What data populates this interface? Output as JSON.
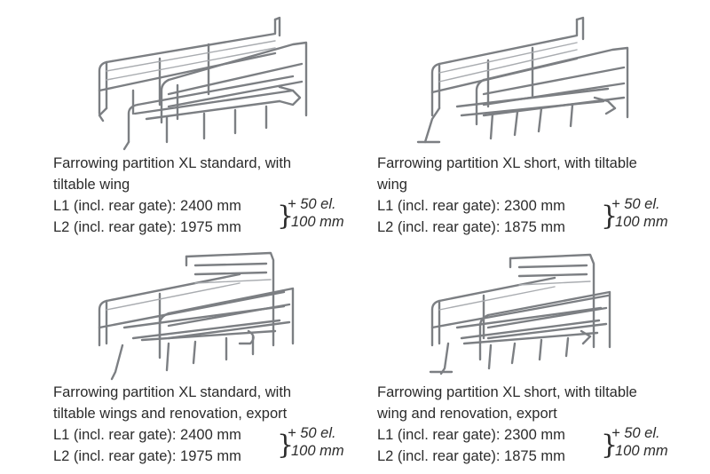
{
  "items": [
    {
      "title_line1": "Farrowing partition XL standard, with",
      "title_line2": "tiltable wing",
      "l1": "L1 (incl. rear gate): 2400 mm",
      "l2": "L2 (incl. rear gate): 1975 mm",
      "extra1": "+ 50 el.",
      "extra2": "100 mm",
      "image_icon": "farrowing-partition-standard-icon"
    },
    {
      "title_line1": "Farrowing partition XL short, with tiltable",
      "title_line2": "wing",
      "l1": "L1 (incl. rear gate): 2300 mm",
      "l2": "L2 (incl. rear gate): 1875 mm",
      "extra1": "+ 50 el.",
      "extra2": "100 mm",
      "image_icon": "farrowing-partition-short-icon"
    },
    {
      "title_line1": "Farrowing partition XL standard, with",
      "title_line2": "tiltable wings and renovation, export",
      "l1": "L1 (incl. rear gate): 2400 mm",
      "l2": "L2 (incl. rear gate): 1975 mm",
      "extra1": "+ 50 el.",
      "extra2": "100 mm",
      "image_icon": "farrowing-partition-standard-renovation-icon"
    },
    {
      "title_line1": "Farrowing partition XL short, with tiltable",
      "title_line2": "wing and renovation, export",
      "l1": "L1 (incl. rear gate): 2300 mm",
      "l2": "L2 (incl. rear gate): 1875 mm",
      "extra1": "+ 50 el.",
      "extra2": "100 mm",
      "image_icon": "farrowing-partition-short-renovation-icon"
    }
  ],
  "colors": {
    "text": "#2b2b2b",
    "metal": "#7c7f83",
    "metal_light": "#a9acb0",
    "background": "#ffffff"
  }
}
